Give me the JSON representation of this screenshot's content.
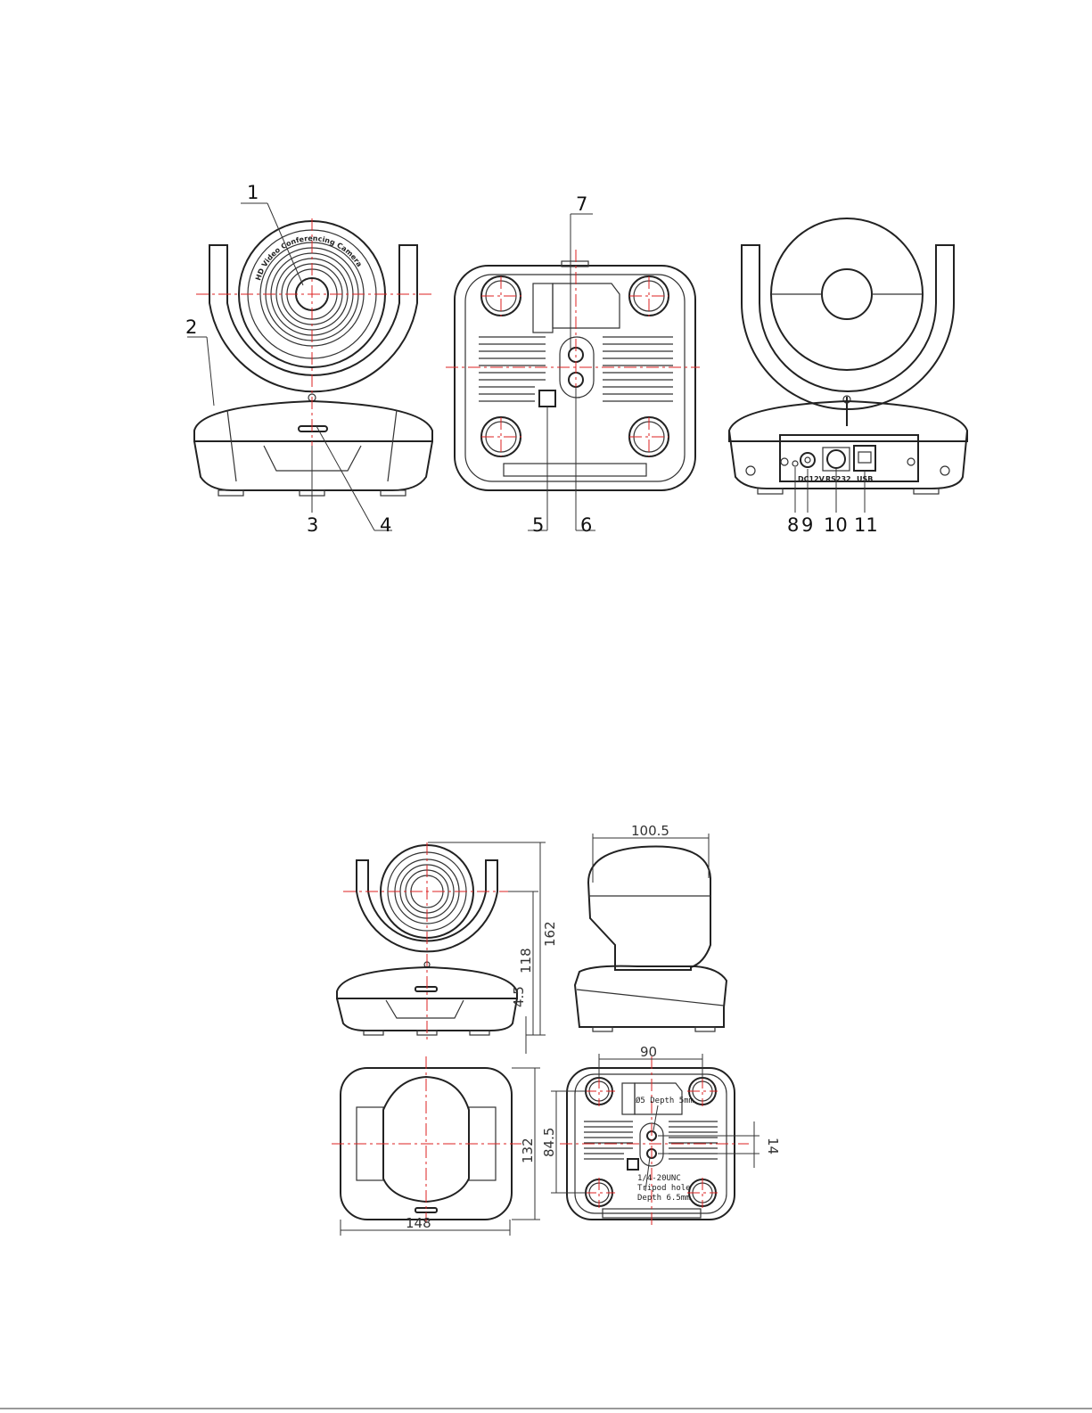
{
  "callouts": [
    "1",
    "2",
    "3",
    "4",
    "5",
    "6",
    "7",
    "8",
    "9",
    "10",
    "11"
  ],
  "lens_ring_text": "HD Video Conferencing Camera",
  "port_labels": {
    "power": "DC12V",
    "serial": "RS232",
    "usb": "USB"
  },
  "dimensions": {
    "total_height": "162",
    "lens_center_height": "118",
    "base_height": "4.5",
    "side_width": "100.5",
    "base_width": "148",
    "base_depth": "132",
    "foot_spacing_x": "90",
    "foot_spacing_y": "84.5",
    "screw_spacing": "14"
  },
  "notes": {
    "hole": "Ø5 Depth 5mm",
    "tripod_1": "1/4-20UNC",
    "tripod_2": "Tripod hole",
    "tripod_3": "Depth 6.5mm"
  }
}
